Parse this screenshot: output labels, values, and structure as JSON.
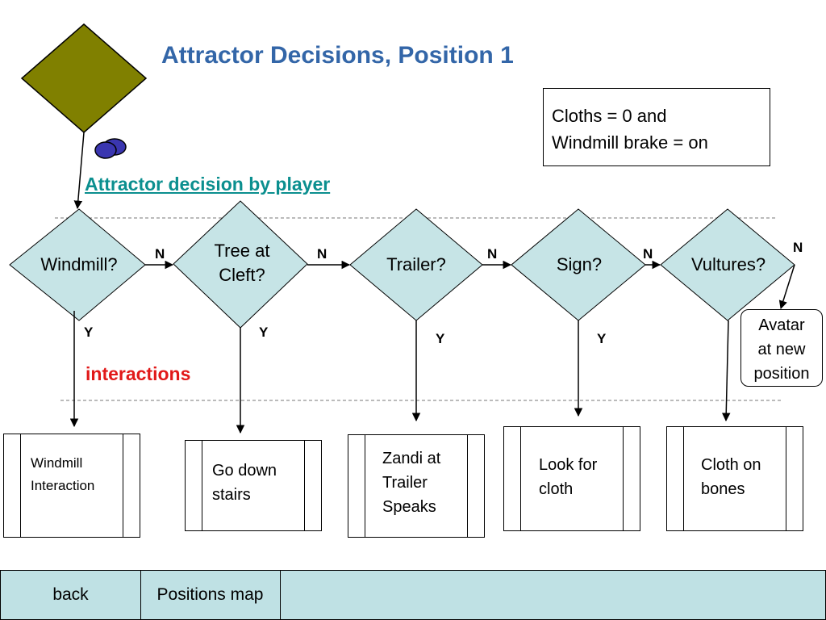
{
  "title": "Attractor Decisions, Position 1",
  "note": {
    "line1": "Cloths = 0 and",
    "line2": "Windmill brake = on"
  },
  "decision_link": "Attractor decision by player",
  "interactions_label": "interactions",
  "decisions": [
    {
      "line1": "Windmill?",
      "line2": ""
    },
    {
      "line1": "Tree at",
      "line2": "Cleft?"
    },
    {
      "line1": "Trailer?",
      "line2": ""
    },
    {
      "line1": "Sign?",
      "line2": ""
    },
    {
      "line1": "Vultures?",
      "line2": ""
    }
  ],
  "no_label": "N",
  "yes_label": "Y",
  "processes": [
    {
      "line1": "Windmill",
      "line2": "Interaction",
      "line3": ""
    },
    {
      "line1": "Go down",
      "line2": "stairs",
      "line3": ""
    },
    {
      "line1": "Zandi at",
      "line2": "Trailer",
      "line3": "Speaks"
    },
    {
      "line1": "Look for",
      "line2": "cloth",
      "line3": ""
    },
    {
      "line1": "Cloth on",
      "line2": "bones",
      "line3": ""
    }
  ],
  "avatar": {
    "line1": "Avatar",
    "line2": "at new",
    "line3": "position"
  },
  "nav": {
    "back": "back",
    "positions_map": "Positions map"
  },
  "colors": {
    "title": "#3366a8",
    "start_diamond": "#808000",
    "decision_fill": "#c6e4e6",
    "link": "#0b8f8f",
    "interactions": "#e11919",
    "navbar": "#bfe1e4",
    "token": "#3a36b0"
  }
}
